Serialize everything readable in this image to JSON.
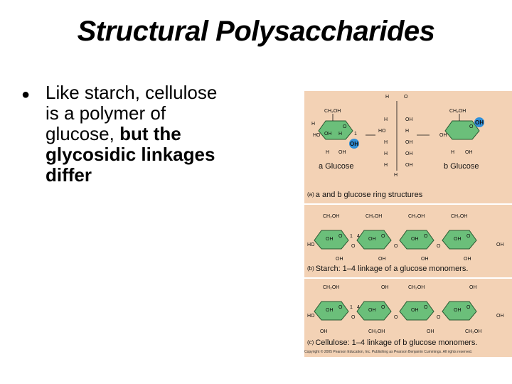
{
  "slide": {
    "title": "Structural Polysaccharides",
    "bullet_marker": "●",
    "bullet_plain": "Like starch, cellulose is a polymer of glucose, ",
    "bullet_bold": "but the glycosidic linkages differ"
  },
  "figure": {
    "label_alpha": "a Glucose",
    "label_beta": "b Glucose",
    "panel_a": {
      "tag": "(a)",
      "caption": "a and b glucose ring structures"
    },
    "panel_b": {
      "tag": "(b)",
      "caption": "Starch: 1–4 linkage of a glucose monomers."
    },
    "panel_c": {
      "tag": "(c)",
      "caption": "Cellulose: 1–4 linkage of b glucose monomers."
    },
    "copyright": "Copyright © 2005 Pearson Education, Inc. Publishing as Pearson Benjamin Cummings. All rights reserved.",
    "colors": {
      "ring_fill": "#6bbf7a",
      "oh_highlight": "#2f8fd8",
      "background": "#f3d2b5"
    }
  }
}
